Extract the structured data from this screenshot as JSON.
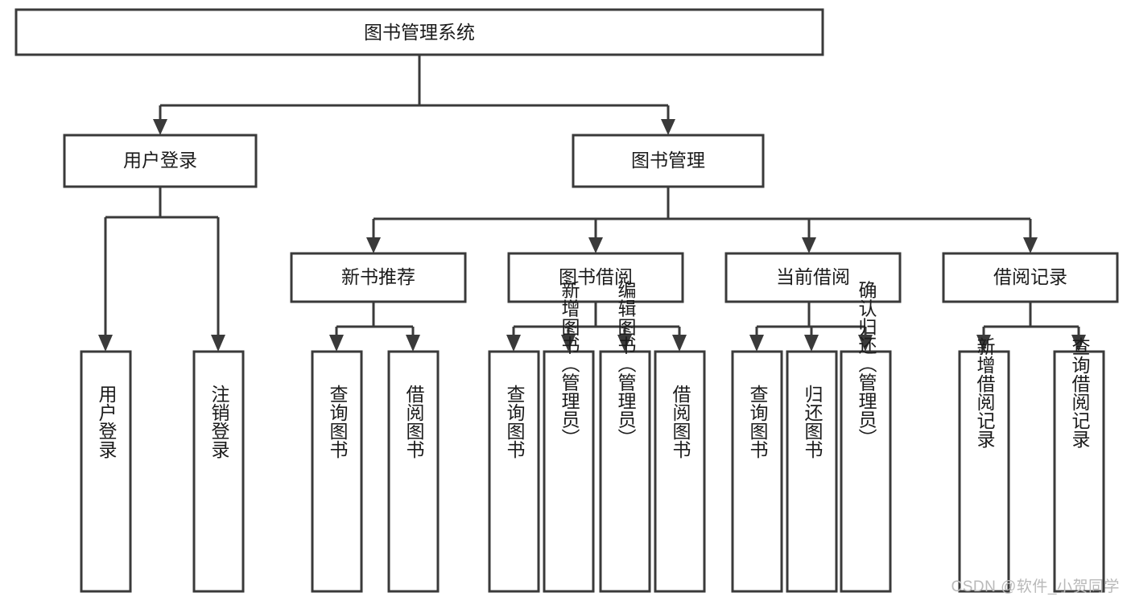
{
  "diagram": {
    "type": "tree-hierarchy",
    "title": "图书管理系统",
    "watermark": "CSDN @软件_小贺同学",
    "colors": {
      "stroke": "#3a3a3a",
      "fill": "#ffffff",
      "text": "#1b1b1b",
      "watermark": "#b9b9b9",
      "background": "#ffffff"
    },
    "levels": [
      {
        "level": 1,
        "nodes": [
          {
            "id": "root",
            "label": "图书管理系统",
            "orientation": "horizontal"
          }
        ]
      },
      {
        "level": 2,
        "nodes": [
          {
            "id": "user-login",
            "label": "用户登录",
            "orientation": "horizontal",
            "parent": "root"
          },
          {
            "id": "book-mgmt",
            "label": "图书管理",
            "orientation": "horizontal",
            "parent": "root"
          }
        ]
      },
      {
        "level": 3,
        "nodes": [
          {
            "id": "new-book-rec",
            "label": "新书推荐",
            "orientation": "horizontal",
            "parent": "book-mgmt"
          },
          {
            "id": "book-borrow",
            "label": "图书借阅",
            "orientation": "horizontal",
            "parent": "book-mgmt"
          },
          {
            "id": "current-borrow",
            "label": "当前借阅",
            "orientation": "horizontal",
            "parent": "book-mgmt"
          },
          {
            "id": "borrow-record",
            "label": "借阅记录",
            "orientation": "horizontal",
            "parent": "book-mgmt"
          }
        ]
      },
      {
        "level": 4,
        "nodes": [
          {
            "id": "leaf-user-login",
            "label": "用户登录",
            "orientation": "vertical",
            "parent": "user-login"
          },
          {
            "id": "leaf-logout",
            "label": "注销登录",
            "orientation": "vertical",
            "parent": "user-login"
          },
          {
            "id": "leaf-query-book-1",
            "label": "查询图书",
            "orientation": "vertical",
            "parent": "new-book-rec"
          },
          {
            "id": "leaf-borrow-book-1",
            "label": "借阅图书",
            "orientation": "vertical",
            "parent": "new-book-rec"
          },
          {
            "id": "leaf-query-book-2",
            "label": "查询图书",
            "orientation": "vertical",
            "parent": "book-borrow"
          },
          {
            "id": "leaf-add-book",
            "label": "新增图书（管理员）",
            "orientation": "vertical",
            "parent": "book-borrow"
          },
          {
            "id": "leaf-edit-book",
            "label": "编辑图书（管理员）",
            "orientation": "vertical",
            "parent": "book-borrow"
          },
          {
            "id": "leaf-borrow-book-2",
            "label": "借阅图书",
            "orientation": "vertical",
            "parent": "book-borrow"
          },
          {
            "id": "leaf-query-book-3",
            "label": "查询图书",
            "orientation": "vertical",
            "parent": "current-borrow"
          },
          {
            "id": "leaf-return-book",
            "label": "归还图书",
            "orientation": "vertical",
            "parent": "current-borrow"
          },
          {
            "id": "leaf-confirm-return",
            "label": "确认归还（管理员）",
            "orientation": "vertical",
            "parent": "current-borrow"
          },
          {
            "id": "leaf-add-record",
            "label": "新增借阅记录",
            "orientation": "vertical",
            "parent": "borrow-record"
          },
          {
            "id": "leaf-query-record",
            "label": "查询借阅记录",
            "orientation": "vertical",
            "parent": "borrow-record"
          }
        ]
      }
    ]
  }
}
